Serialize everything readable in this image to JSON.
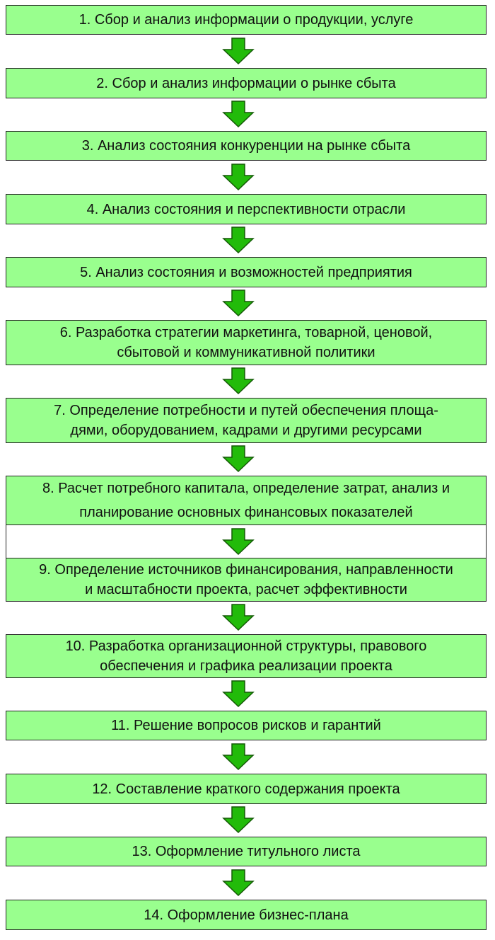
{
  "steps": [
    {
      "lines": [
        "1. Сбор и анализ информации о продукции, услуге"
      ]
    },
    {
      "lines": [
        "2. Сбор и анализ информации о рынке сбыта"
      ]
    },
    {
      "lines": [
        "3. Анализ состояния конкуренции на рынке сбыта"
      ]
    },
    {
      "lines": [
        "4. Анализ состояния и перспективности отрасли"
      ]
    },
    {
      "lines": [
        "5. Анализ состояния и возможностей предприятия"
      ]
    },
    {
      "lines": [
        "6. Разработка стратегии маркетинга, товарной, ценовой,",
        "сбытовой и коммуникативной политики"
      ]
    },
    {
      "lines": [
        "7. Определение потребности и путей обеспечения площа-",
        "дями, оборудованием, кадрами и другими ресурсами"
      ]
    },
    {
      "lines": [
        "8. Расчет потребного капитала, определение затрат, анализ и",
        "планирование основных финансовых показателей"
      ]
    },
    {
      "lines": [
        "9. Определение источников финансирования, направленности",
        "и масштабности проекта, расчет эффективности"
      ]
    },
    {
      "lines": [
        "10. Разработка организационной структуры, правового",
        "обеспечения и графика реализации проекта"
      ]
    },
    {
      "lines": [
        "11. Решение вопросов рисков и гарантий"
      ]
    },
    {
      "lines": [
        "12. Составление краткого содержания проекта"
      ]
    },
    {
      "lines": [
        "13. Оформление титульного листа"
      ]
    },
    {
      "lines": [
        "14. Оформление бизнес-плана"
      ]
    }
  ],
  "colors": {
    "box_fill": "#99ff8e",
    "box_border": "#222222",
    "arrow_fill": "#22bb0a",
    "arrow_stroke": "#145a06"
  }
}
